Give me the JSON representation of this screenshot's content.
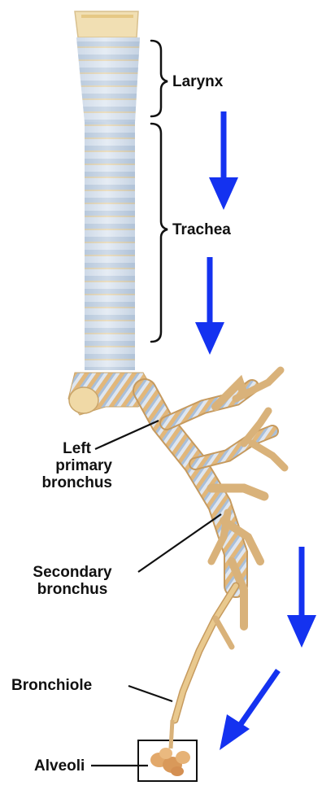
{
  "labels": {
    "larynx": "Larynx",
    "trachea": "Trachea",
    "left_primary_bronchus": [
      "Left",
      "primary",
      "bronchus"
    ],
    "secondary_bronchus": [
      "Secondary",
      "bronchus"
    ],
    "bronchiole": "Bronchiole",
    "alveoli": "Alveoli"
  },
  "colors": {
    "arrow": "#1432f0",
    "ring_light": "#d9e3ef",
    "ring_blue": "#a9bfd9",
    "ring_tan": "#e8c98a",
    "bronchus_tan": "#e2b77a",
    "line": "#111111"
  }
}
